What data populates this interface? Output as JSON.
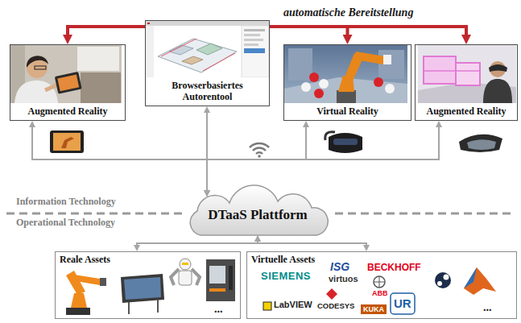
{
  "diagram": {
    "nodes": [
      {
        "text": [
          "Augmented Reality"
        ]
      },
      {
        "text": [
          "Browserbasiertes Autorentool"
        ]
      },
      {
        "text": [
          "Virtual Reality"
        ]
      },
      {
        "text": [
          "Augmented Reality"
        ]
      },
      {
        "text": [
          "DTaaS Plattform"
        ]
      },
      {
        "text": [
          "Reale Assets"
        ]
      },
      {
        "text": [
          "Virtuelle Assets"
        ]
      }
    ],
    "edges": [
      {
        "from": 1,
        "to": 0,
        "arrow": "to"
      },
      {
        "from": 1,
        "to": 2,
        "arrow": "to",
        "label": "automatische Bereitstellung"
      },
      {
        "from": 1,
        "to": 3,
        "arrow": "to"
      },
      {
        "from": 4,
        "to": 0,
        "arrow": "both"
      },
      {
        "from": 4,
        "to": 1,
        "arrow": "both"
      },
      {
        "from": 4,
        "to": 2,
        "arrow": "both"
      },
      {
        "from": 4,
        "to": 3,
        "arrow": "both"
      },
      {
        "from": 4,
        "to": 5,
        "arrow": "both"
      },
      {
        "from": 4,
        "to": 6,
        "arrow": "both"
      }
    ],
    "labels": [
      "Information Technology",
      "Operational Technology",
      "...",
      "SIEMENS",
      "ISG",
      "virtuos",
      "BECKHOFF",
      "LabVIEW",
      "CODESYS",
      "KUKA",
      "ABB",
      "UR",
      "..."
    ]
  }
}
